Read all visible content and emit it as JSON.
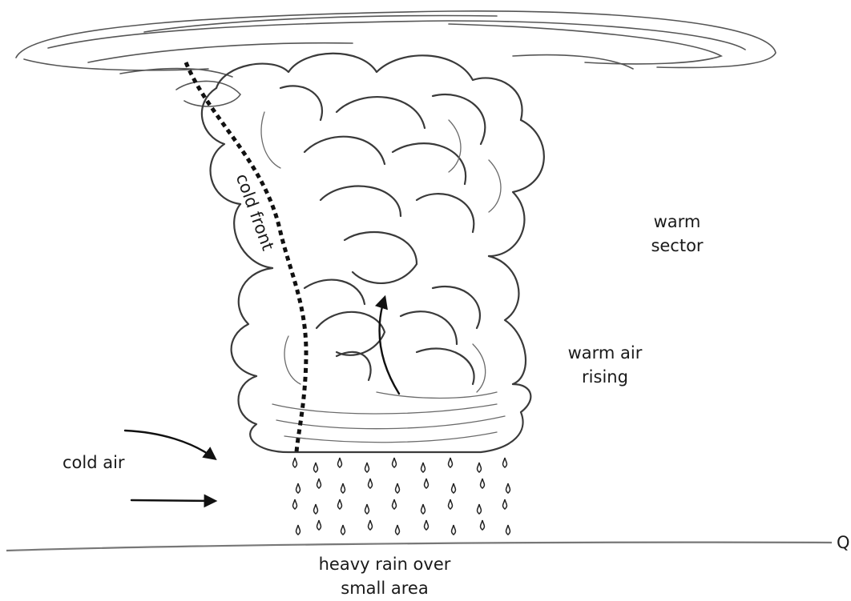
{
  "labels": {
    "cold_front": "cold front",
    "warm_sector": [
      "warm",
      "sector"
    ],
    "warm_air_rising": [
      "warm air",
      "rising"
    ],
    "cold_air": "cold air",
    "heavy_rain": [
      "heavy rain over",
      "small area"
    ],
    "ground_marker": "Q"
  },
  "colors": {
    "ink": "#1a1a1a",
    "pencil": "#3a3a3a",
    "background": "#ffffff"
  }
}
